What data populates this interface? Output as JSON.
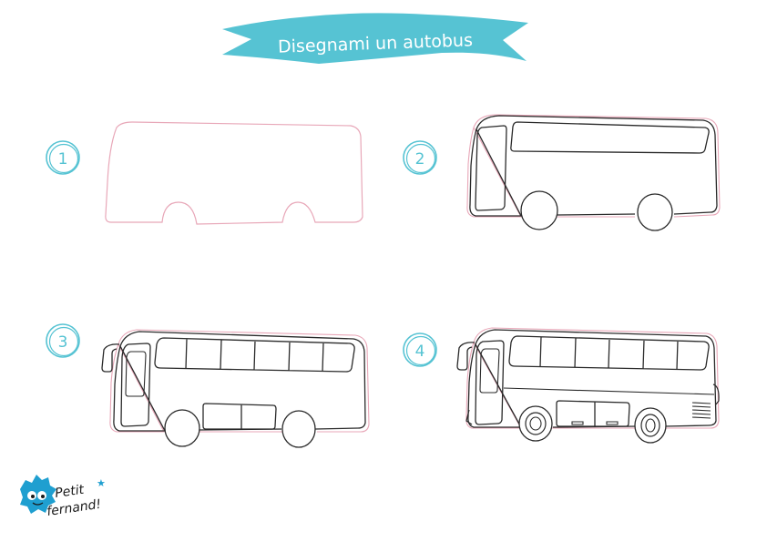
{
  "banner": {
    "title": "Disegnami un autobus",
    "color": "#56c3d3",
    "text_color": "#ffffff"
  },
  "steps": [
    {
      "number": "1"
    },
    {
      "number": "2"
    },
    {
      "number": "3"
    },
    {
      "number": "4"
    }
  ],
  "colors": {
    "step_circle": "#56c3d3",
    "guide_line": "#e8a7b8",
    "ink_line": "#2a2a2a"
  },
  "logo": {
    "line1": "Petit",
    "line2": "fernand!",
    "icon": "blue-fluffy-monster-icon",
    "color": "#1f9fd0"
  }
}
